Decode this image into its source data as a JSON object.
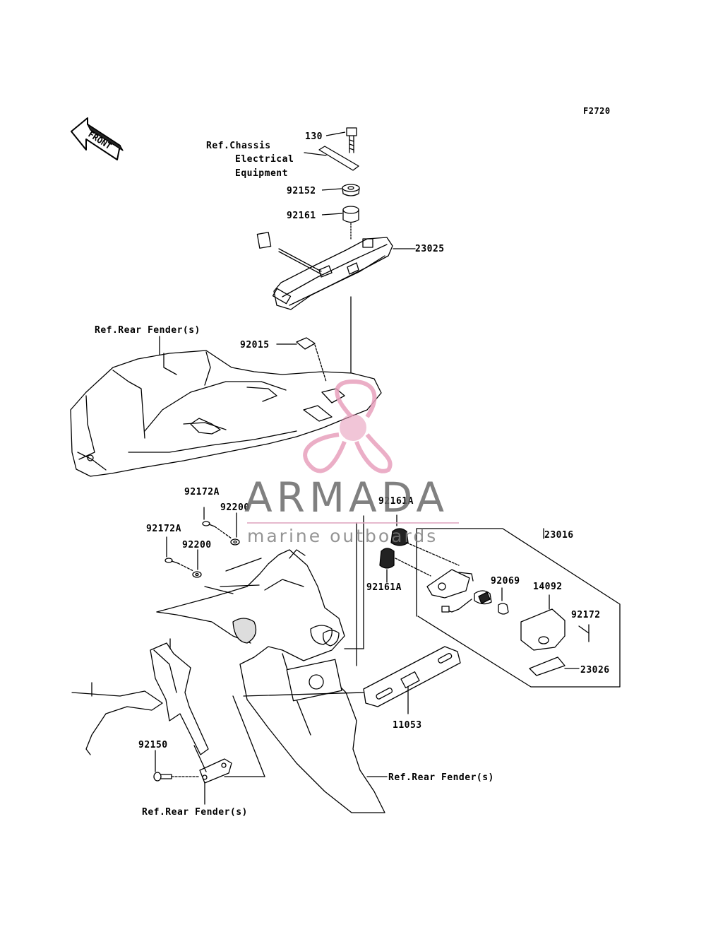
{
  "figure_code": "F2720",
  "front_arrow_text": "FRONT",
  "watermark": {
    "title": "ARMADA",
    "subtitle": "marine outboards",
    "color": "#e8a0bd"
  },
  "labels": {
    "p130": "130",
    "ref_chassis_1": "Ref.Chassis",
    "ref_chassis_2": "Electrical",
    "ref_chassis_3": "Equipment",
    "p92152": "92152",
    "p92161": "92161",
    "p23025": "23025",
    "ref_rear_fender_top": "Ref.Rear Fender(s)",
    "p92015": "92015",
    "p92172A_1": "92172A",
    "p92200_1": "92200",
    "p92172A_2": "92172A",
    "p92200_2": "92200",
    "p92161A_top": "92161A",
    "p92161A_bottom": "92161A",
    "p23016": "23016",
    "p92069": "92069",
    "p14092": "14092",
    "p92172": "92172",
    "p23026": "23026",
    "p11053": "11053",
    "p92150": "92150",
    "ref_rear_fender_right": "Ref.Rear Fender(s)",
    "ref_rear_fender_bottom": "Ref.Rear Fender(s)"
  }
}
